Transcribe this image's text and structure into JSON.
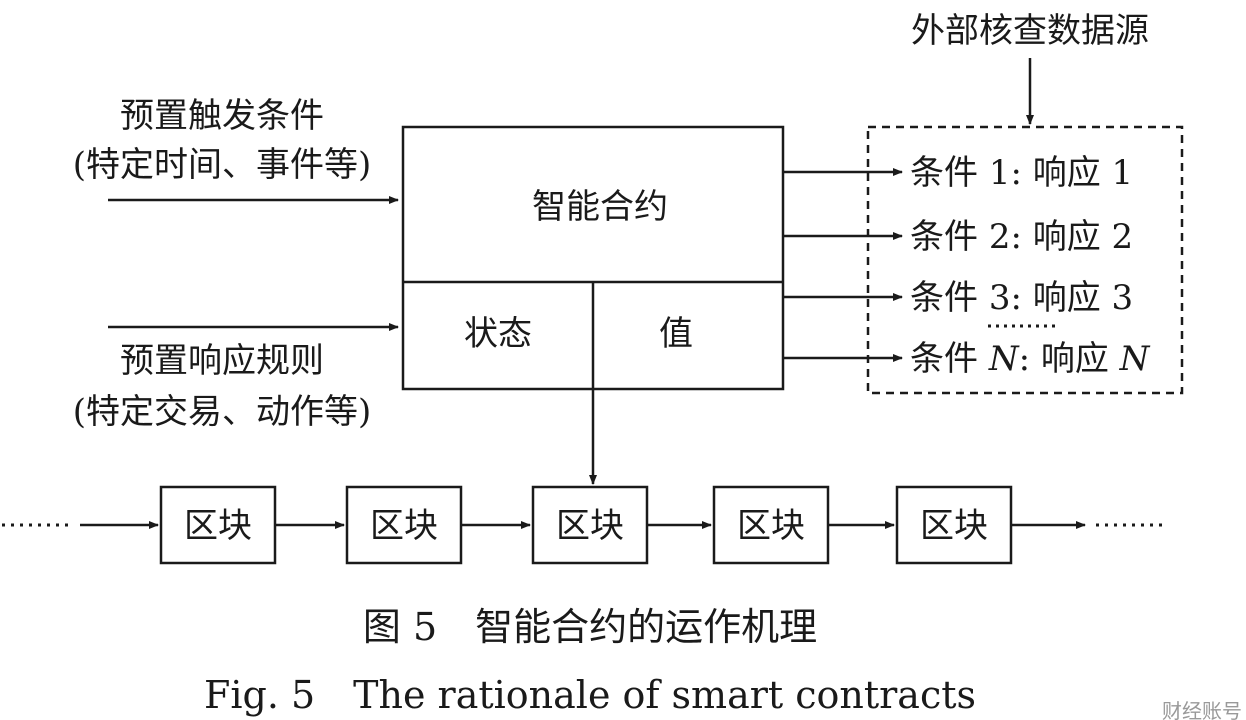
{
  "external_source": "外部核查数据源",
  "trigger": {
    "line1": "预置触发条件",
    "line2": "(特定时间、事件等)"
  },
  "response_rule": {
    "line1": "预置响应规则",
    "line2": "(特定交易、动作等)"
  },
  "contract": {
    "title": "智能合约",
    "state": "状态",
    "value": "值"
  },
  "conditions": [
    {
      "cond": "条件",
      "n": "1",
      "resp": "响应",
      "rn": "1"
    },
    {
      "cond": "条件",
      "n": "2",
      "resp": "响应",
      "rn": "2"
    },
    {
      "cond": "条件",
      "n": "3",
      "resp": "响应",
      "rn": "3"
    },
    {
      "cond": "条件",
      "n": "N",
      "resp": "响应",
      "rn": "N"
    }
  ],
  "ellipsis": "……",
  "block_label": "区块",
  "blocks": [
    "区块",
    "区块",
    "区块",
    "区块",
    "区块"
  ],
  "caption": {
    "zh": "图 5　智能合约的运作机理",
    "en": "Fig. 5　The rationale of smart contracts"
  },
  "watermark": "财经账号"
}
